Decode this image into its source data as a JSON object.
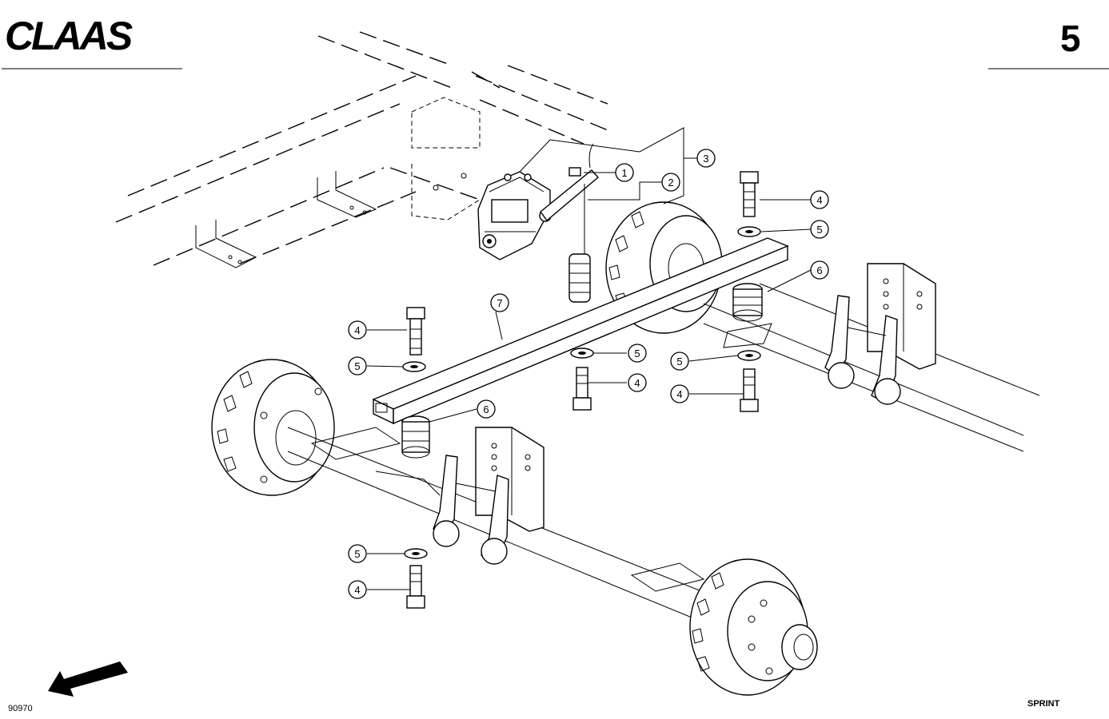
{
  "header": {
    "brand_logo": "CLAAS",
    "page_number": "5"
  },
  "footer": {
    "drawing_number": "90970",
    "model": "SPRINT"
  },
  "callouts": [
    {
      "label": "1"
    },
    {
      "label": "2"
    },
    {
      "label": "3"
    },
    {
      "label": "4"
    },
    {
      "label": "5"
    },
    {
      "label": "6"
    },
    {
      "label": "7"
    },
    {
      "label": "5"
    },
    {
      "label": "4"
    },
    {
      "label": "5"
    },
    {
      "label": "4"
    },
    {
      "label": "6"
    },
    {
      "label": "5"
    },
    {
      "label": "4"
    },
    {
      "label": "4"
    },
    {
      "label": "5"
    }
  ],
  "icons": {
    "direction_arrow": "arrow-down-left-icon"
  }
}
